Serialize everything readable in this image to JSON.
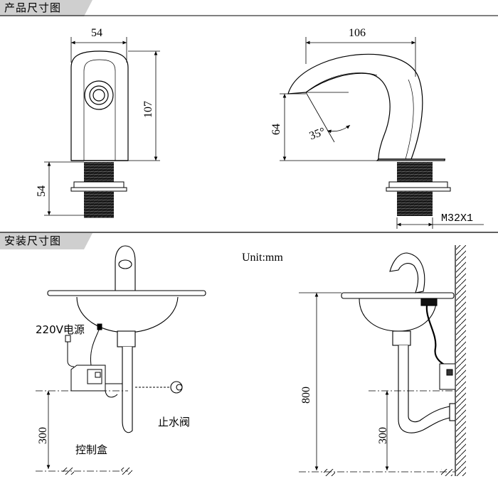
{
  "sections": {
    "product_title": "产品尺寸图",
    "install_title": "安装尺寸图"
  },
  "product_dimensions": {
    "front_width": "54",
    "front_height": "107",
    "thread_length": "54",
    "spout_reach": "106",
    "spout_height": "64",
    "angle": "35°",
    "thread_spec": "M32X1"
  },
  "install": {
    "unit_label": "Unit:mm",
    "power_label": "220V电源",
    "valve_label": "止水阀",
    "control_box_label": "控制盒",
    "left_height": "300",
    "right_total_height": "800",
    "right_height": "300"
  },
  "colors": {
    "header_bg": "#cfcfcf",
    "line": "#000000",
    "thread": "#2a2a2a"
  }
}
